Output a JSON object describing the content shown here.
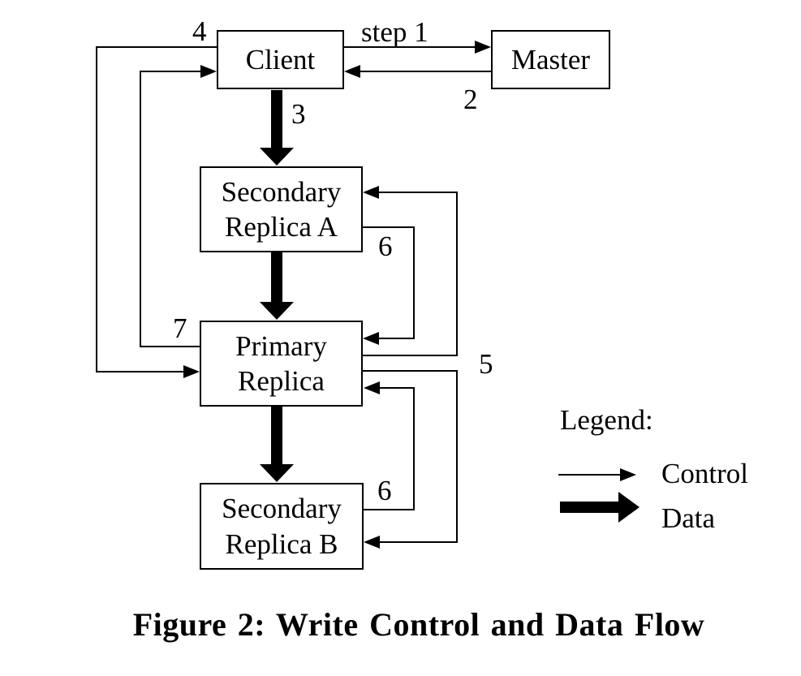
{
  "nodes": {
    "client": {
      "label": "Client"
    },
    "master": {
      "label": "Master"
    },
    "secondary_a": {
      "line1": "Secondary",
      "line2": "Replica A"
    },
    "primary": {
      "line1": "Primary",
      "line2": "Replica"
    },
    "secondary_b": {
      "line1": "Secondary",
      "line2": "Replica B"
    }
  },
  "step_labels": {
    "step1": "step 1",
    "step2": "2",
    "step3": "3",
    "step4": "4",
    "step5": "5",
    "step6_upper": "6",
    "step6_lower": "6",
    "step7": "7"
  },
  "legend": {
    "title": "Legend:",
    "control_label": "Control",
    "data_label": "Data"
  },
  "caption": "Figure 2: Write Control and Data Flow",
  "colors": {
    "line": "#000000",
    "background": "#ffffff"
  }
}
